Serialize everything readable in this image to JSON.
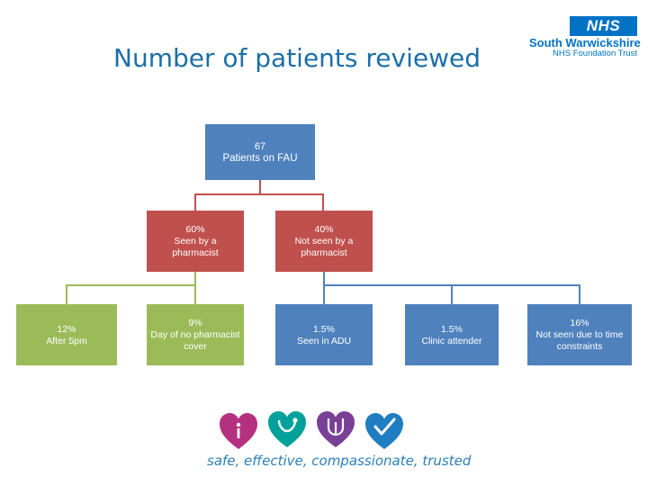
{
  "title": "Number of patients reviewed",
  "logo": {
    "nhs_text": "NHS",
    "trust_line1": "South Warwickshire",
    "trust_line2": "NHS Foundation Trust",
    "color": "#0072c6"
  },
  "colors": {
    "title": "#1c6fa8",
    "level1": "#4f81bd",
    "level2": "#c0504d",
    "level3_green": "#9bbb59",
    "level3_blue": "#4f81bd",
    "footer_text": "#2c7fb8"
  },
  "flowchart": {
    "root": {
      "value": "67",
      "label": "Patients on FAU"
    },
    "level2": [
      {
        "value": "60%",
        "label": "Seen by a pharmacist"
      },
      {
        "value": "40%",
        "label": "Not seen by a pharmacist"
      }
    ],
    "level3": [
      {
        "value": "12%",
        "label": "After 5pm"
      },
      {
        "value": "9%",
        "label": "Day of no pharmacist cover"
      },
      {
        "value": "1.5%",
        "label": "Seen in ADU"
      },
      {
        "value": "1.5%",
        "label": "Clinic attender"
      },
      {
        "value": "16%",
        "label": "Not seen due to time constraints"
      }
    ]
  },
  "footer": {
    "tagline": "safe, effective, compassionate, trusted",
    "icons": [
      "heart-info-icon",
      "heart-stethoscope-icon",
      "heart-hands-icon",
      "heart-check-icon"
    ]
  }
}
